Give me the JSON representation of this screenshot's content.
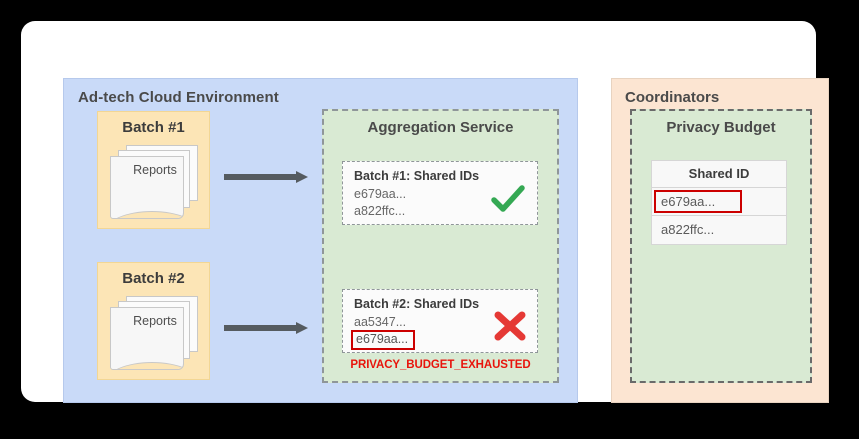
{
  "diagram": {
    "title_not_shown": "",
    "adtech_panel": {
      "title": "Ad-tech Cloud Environment",
      "batches": [
        {
          "label": "Batch #1",
          "reports_label": "Reports"
        },
        {
          "label": "Batch #2",
          "reports_label": "Reports"
        }
      ]
    },
    "aggregation_panel": {
      "title": "Aggregation Service",
      "groups": [
        {
          "title": "Batch #1: Shared IDs",
          "ids": [
            "e679aa...",
            "a822ffc..."
          ],
          "status_icon": "check-icon",
          "status_color": "#34a853",
          "highlighted_id": null,
          "error": null
        },
        {
          "title": "Batch #2: Shared IDs",
          "ids": [
            "aa5347...",
            "e679aa..."
          ],
          "status_icon": "cross-icon",
          "status_color": "#e53935",
          "highlighted_id": "e679aa...",
          "error": "PRIVACY_BUDGET_EXHAUSTED"
        }
      ]
    },
    "coordinators_panel": {
      "title": "Coordinators",
      "privacy_budget": {
        "title": "Privacy Budget",
        "table": {
          "header": "Shared ID",
          "rows": [
            {
              "value": "e679aa...",
              "flagged": true
            },
            {
              "value": "a822ffc...",
              "flagged": false
            }
          ]
        }
      }
    },
    "colors": {
      "adtech_bg": "#c9daf8",
      "batch_bg": "#fce5b6",
      "green_bg": "#d9ead3",
      "orange_bg": "#fce5d2",
      "error_red": "#e8140c",
      "highlight_red": "#cc0000",
      "check_green": "#34a853",
      "cross_red": "#e53935",
      "arrow_gray": "#555b60"
    }
  }
}
